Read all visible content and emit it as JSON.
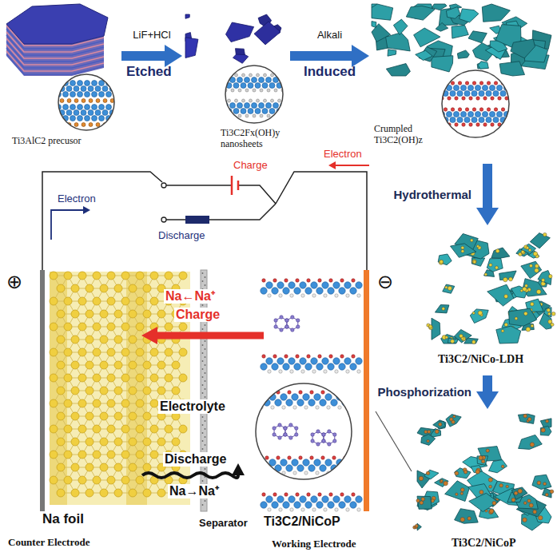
{
  "diagram": {
    "nodes": [
      {
        "text": [
          "Ti3AlC2 precusor"
        ]
      },
      {
        "text": [
          "Ti3C2Fx(OH)y nanosheets"
        ]
      },
      {
        "text": [
          "Crumpled Ti3C2(OH)z"
        ]
      },
      {
        "text": [
          "Ti3C2/NiCo-LDH"
        ]
      },
      {
        "text": [
          "Ti3C2/NiCoP"
        ]
      },
      {
        "text": [
          "Na foil",
          "Counter Electrode"
        ]
      },
      {
        "text": [
          "Separator"
        ]
      },
      {
        "text": [
          "Ti3C2/NiCoP",
          "Working Electrode"
        ]
      }
    ],
    "edges": [
      {
        "from": 0,
        "to": 1,
        "arrow": "to",
        "label": "LiF+HCl"
      },
      {
        "from": 1,
        "to": 2,
        "arrow": "to",
        "label": "Alkali"
      },
      {
        "from": 2,
        "to": 3,
        "arrow": "to",
        "label": "Hydrothermal"
      },
      {
        "from": 3,
        "to": 4,
        "arrow": "to",
        "label": "Phosphorization"
      },
      {
        "from": 7,
        "to": 4,
        "arrow": "none"
      }
    ],
    "labels": [
      "Etched",
      "Induced",
      "Charge",
      "Electron",
      "Electron",
      "Discharge",
      "⊕",
      "⊖",
      "Na←Na⁺",
      "Charge",
      "Electrolyte",
      "Discharge",
      "Na→Na⁺"
    ]
  }
}
